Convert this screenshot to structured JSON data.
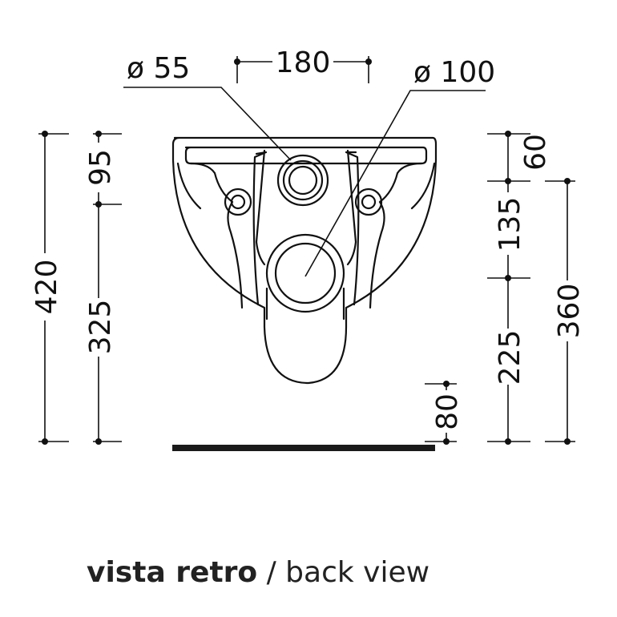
{
  "diagram": {
    "dimensions": {
      "d_small": "ø 55",
      "d_large": "ø 100",
      "w_180": "180",
      "h_420": "420",
      "h_95": "95",
      "h_325": "325",
      "h_60": "60",
      "h_135": "135",
      "h_225": "225",
      "h_360": "360",
      "h_80": "80"
    },
    "caption": {
      "italian": "vista retro",
      "separator": " / ",
      "english": "back view"
    },
    "colors": {
      "line": "#111111",
      "floor": "#1a1a1a",
      "background": "#ffffff"
    }
  }
}
